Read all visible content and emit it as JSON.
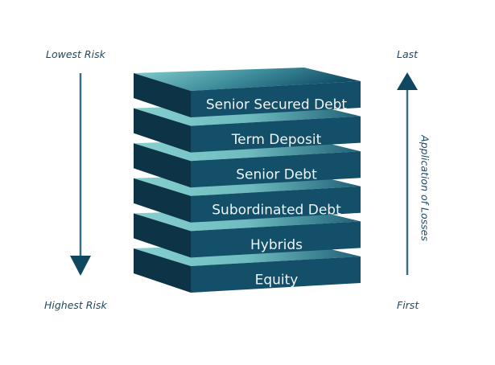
{
  "title": "Capital Structure Risk Stack",
  "left_axis": {
    "top_label": "Lowest Risk",
    "bottom_label": "Highest Risk",
    "direction": "down"
  },
  "right_axis": {
    "top_label": "Last",
    "bottom_label": "First",
    "caption": "Application of Losses",
    "direction": "up"
  },
  "layers": [
    {
      "label": "Senior Secured Debt"
    },
    {
      "label": "Term Deposit"
    },
    {
      "label": "Senior Debt"
    },
    {
      "label": "Subordinated Debt"
    },
    {
      "label": "Hybrids"
    },
    {
      "label": "Equity"
    }
  ],
  "colors": {
    "front": "#134f68",
    "side": "#0c3446",
    "top_light": "#7fcbcc",
    "top_dark": "#1a5a73",
    "arrow": "#0f4761",
    "arrow_line": "#3d6d85",
    "label": "#1d4a62",
    "layer_text": "#eef4f7"
  }
}
